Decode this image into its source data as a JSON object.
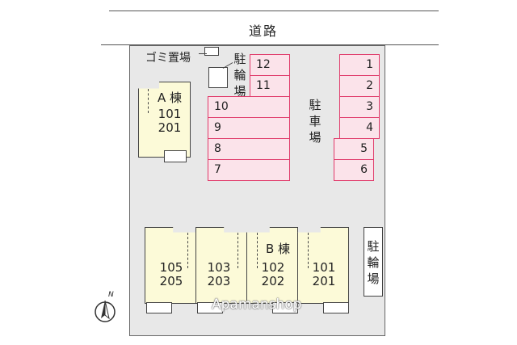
{
  "road": {
    "label": "道路"
  },
  "garbage": {
    "label": "ゴミ置場"
  },
  "bike_parking_top": {
    "label": "駐輪場"
  },
  "parking_label": "駐車場",
  "parking_left": [
    "12",
    "11",
    "10",
    "9",
    "8",
    "7"
  ],
  "parking_right": [
    "1",
    "2",
    "3",
    "4",
    "5",
    "6"
  ],
  "building_a": {
    "name": "A 棟",
    "units": [
      "101",
      "201"
    ]
  },
  "building_b": {
    "name": "B 棟"
  },
  "b_units": [
    {
      "lower": "105",
      "upper": "205"
    },
    {
      "lower": "103",
      "upper": "203"
    },
    {
      "lower": "102",
      "upper": "202"
    },
    {
      "lower": "101",
      "upper": "201"
    }
  ],
  "bike_parking_right": {
    "label": "駐輪場"
  },
  "compass": {
    "label": "N"
  },
  "watermark": "Apamanshop",
  "colors": {
    "parking_fill": "#fbe3ea",
    "parking_border": "#e03a6a",
    "building_fill": "#fcfad8",
    "ground": "#e8e8e8"
  }
}
